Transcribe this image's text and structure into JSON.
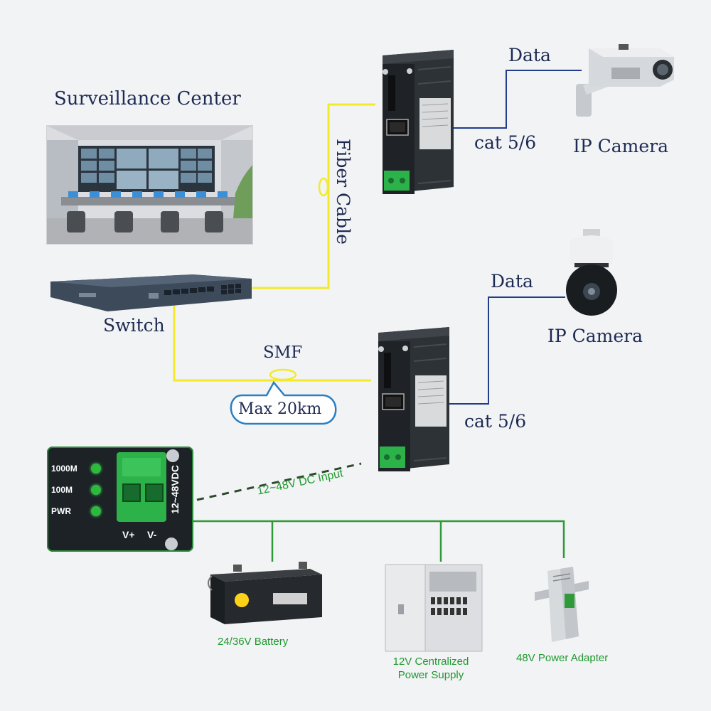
{
  "title": "Surveillance Center",
  "labels": {
    "fiber_cable": "Fiber Cable",
    "switch": "Switch",
    "smf": "SMF",
    "max_distance": "Max 20km",
    "data_top": "Data",
    "data_bottom": "Data",
    "cat_top": "cat 5/6",
    "cat_bottom": "cat 5/6",
    "ip_camera_top": "IP Camera",
    "ip_camera_bottom": "IP Camera",
    "dc_input": "12~48V DC Input"
  },
  "panel": {
    "led_1000m": "1000M",
    "led_100m": "100M",
    "led_pwr": "PWR",
    "voltage": "12~48VDC",
    "v_plus": "V+",
    "v_minus": "V-"
  },
  "power_sources": [
    {
      "label": "24/36V Battery",
      "icon": "battery-icon"
    },
    {
      "label": "12V Centralized Power Supply",
      "icon": "power-supply-box-icon"
    },
    {
      "label": "48V Power Adapter",
      "icon": "din-rail-adapter-icon"
    }
  ],
  "colors": {
    "fiber": "#f2ea2a",
    "data_line": "#1f3d8a",
    "power_line": "#2e9a3a",
    "label_text": "#1d2a52",
    "green_text": "#1e9a2e"
  }
}
